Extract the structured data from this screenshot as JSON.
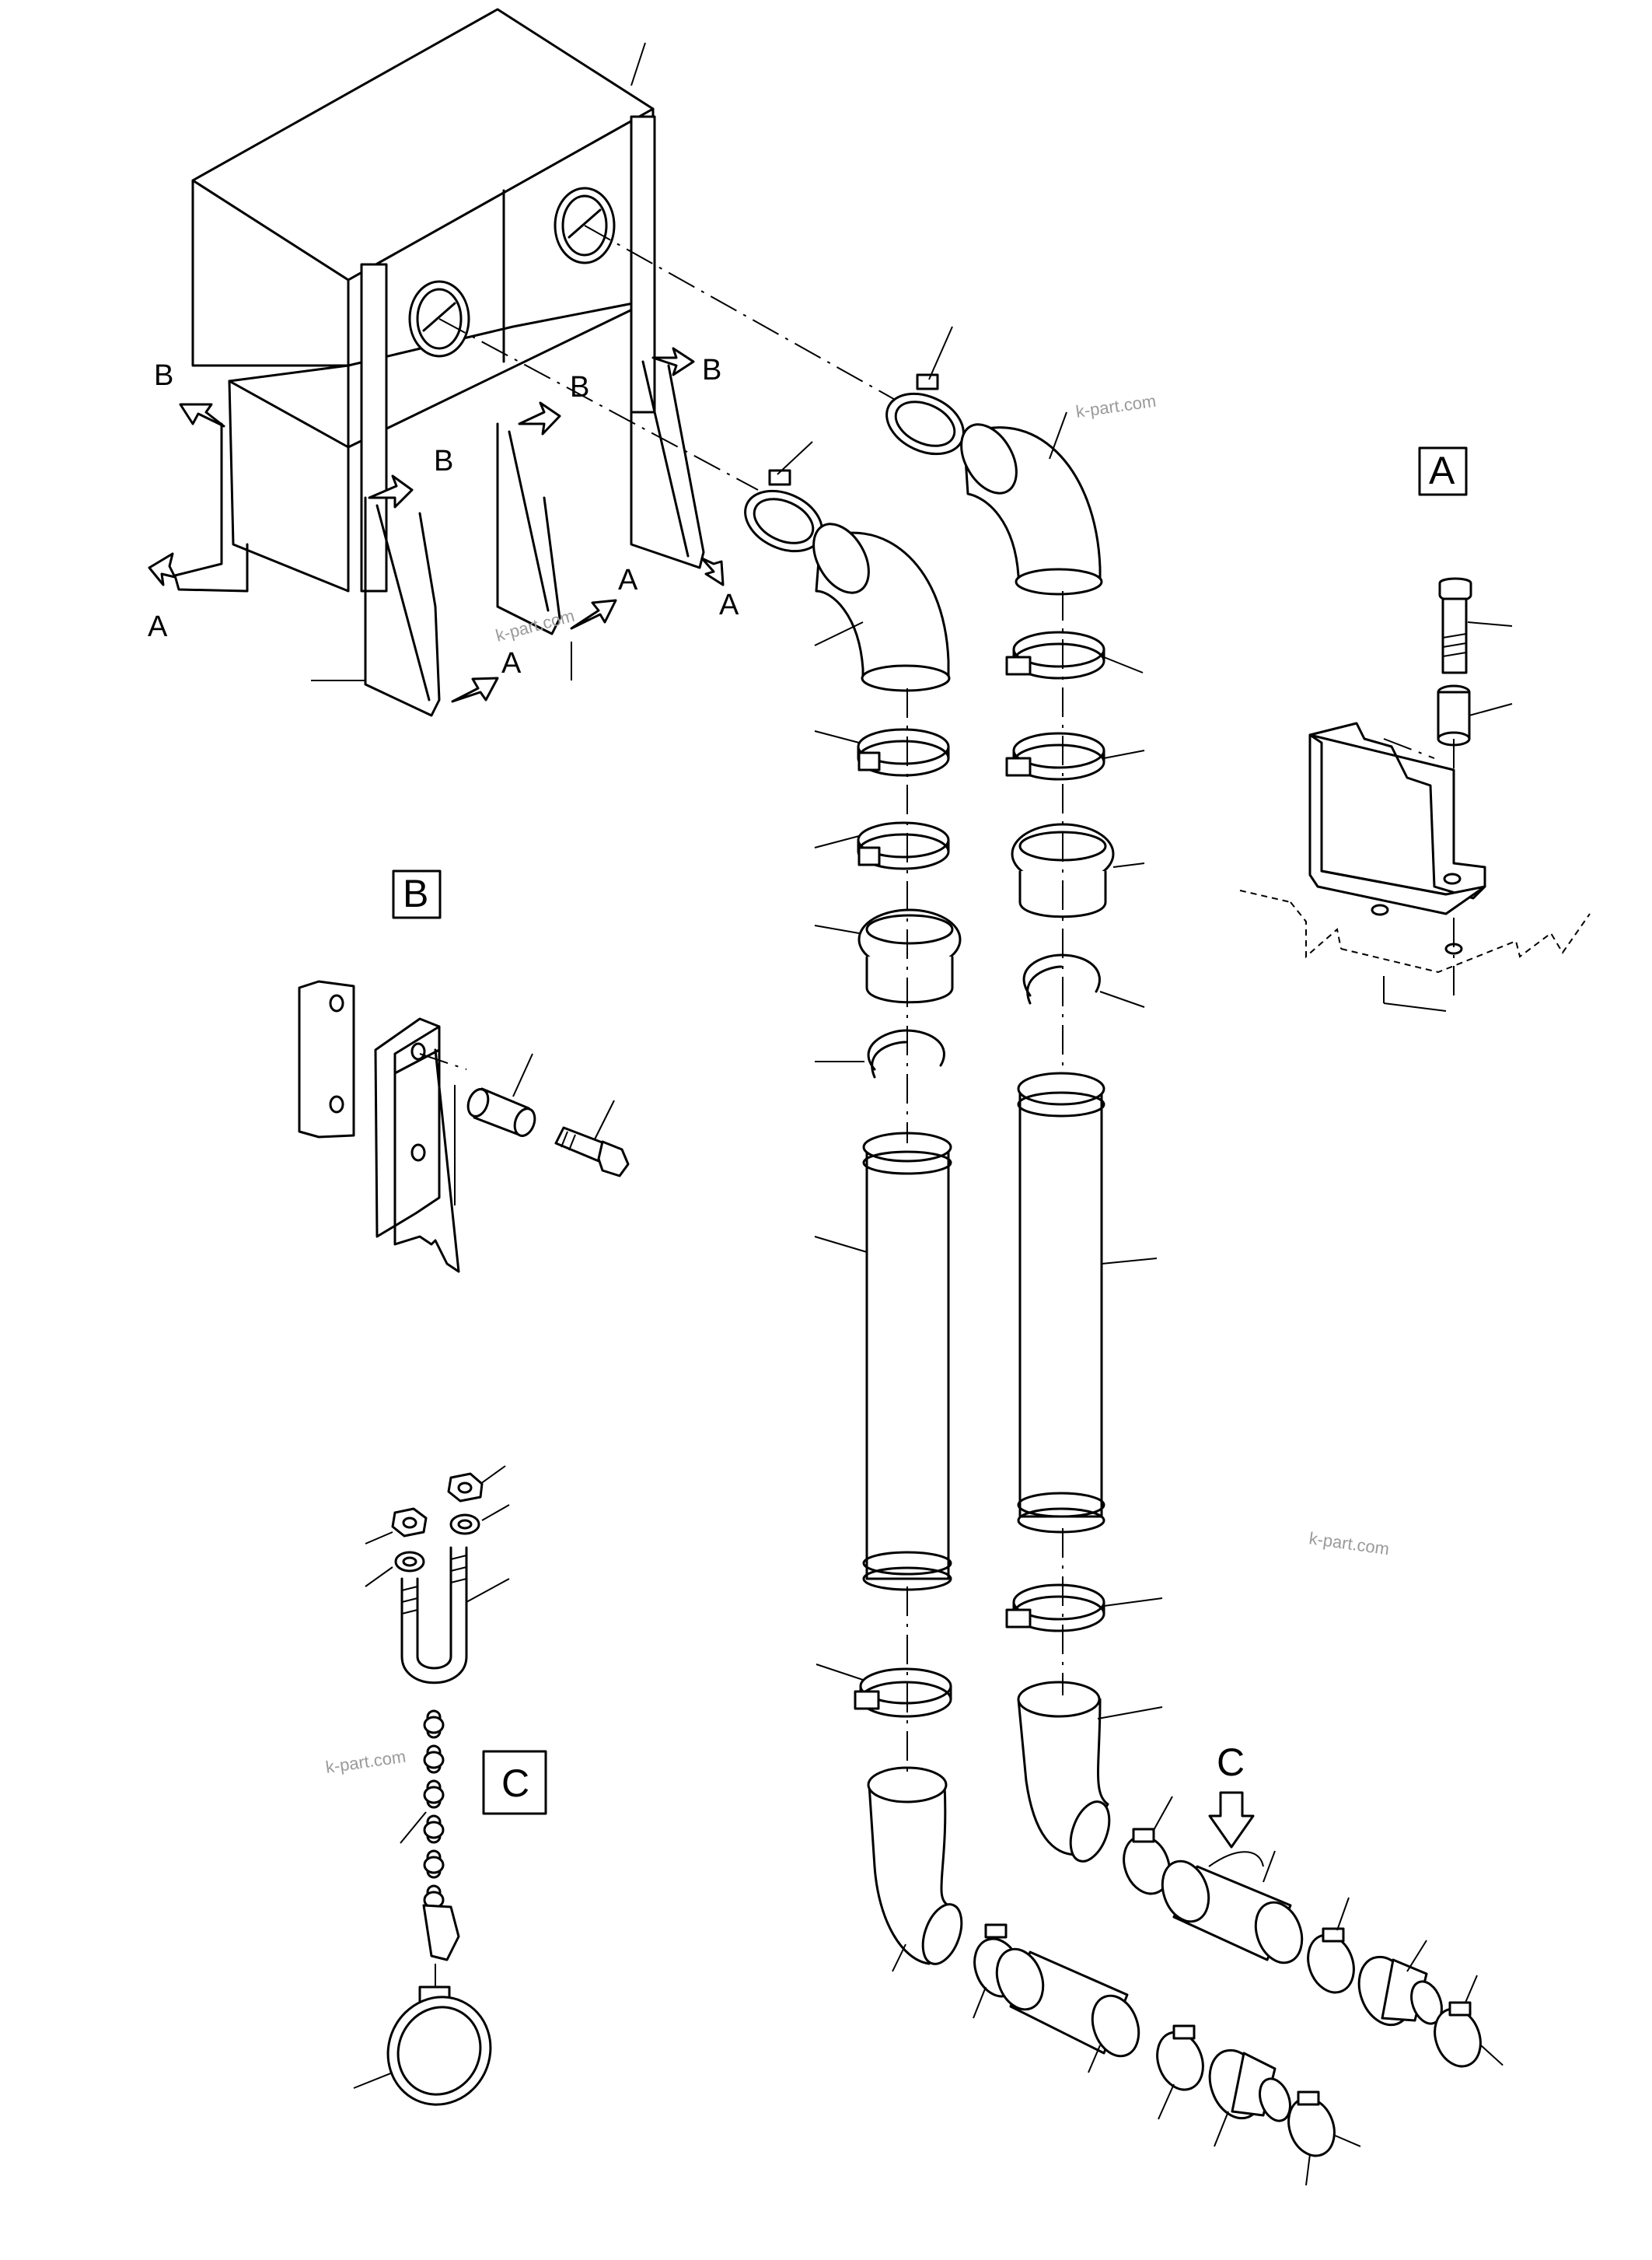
{
  "labels": {
    "a": "A",
    "b": "B",
    "c": "C"
  },
  "watermark": "k-part.com"
}
